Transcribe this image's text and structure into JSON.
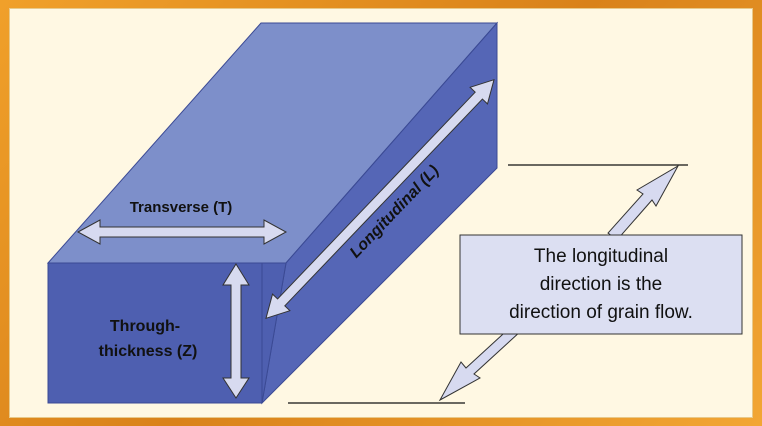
{
  "labels": {
    "transverse": "Transverse (T)",
    "longitudinal": "Longitudinal (L)",
    "through_line1": "Through-",
    "through_line2": "thickness (Z)"
  },
  "callout": {
    "line1": "The longitudinal",
    "line2": "direction is the",
    "line3": "direction of grain flow."
  },
  "colors": {
    "frame": "#e8961f",
    "background": "#fff8e3",
    "top_face": "#7d8fca",
    "front_face": "#4e5fb0",
    "side_face": "#5566b6",
    "arrow_fill": "#d7daf0",
    "callout_fill": "#dcdff2"
  }
}
